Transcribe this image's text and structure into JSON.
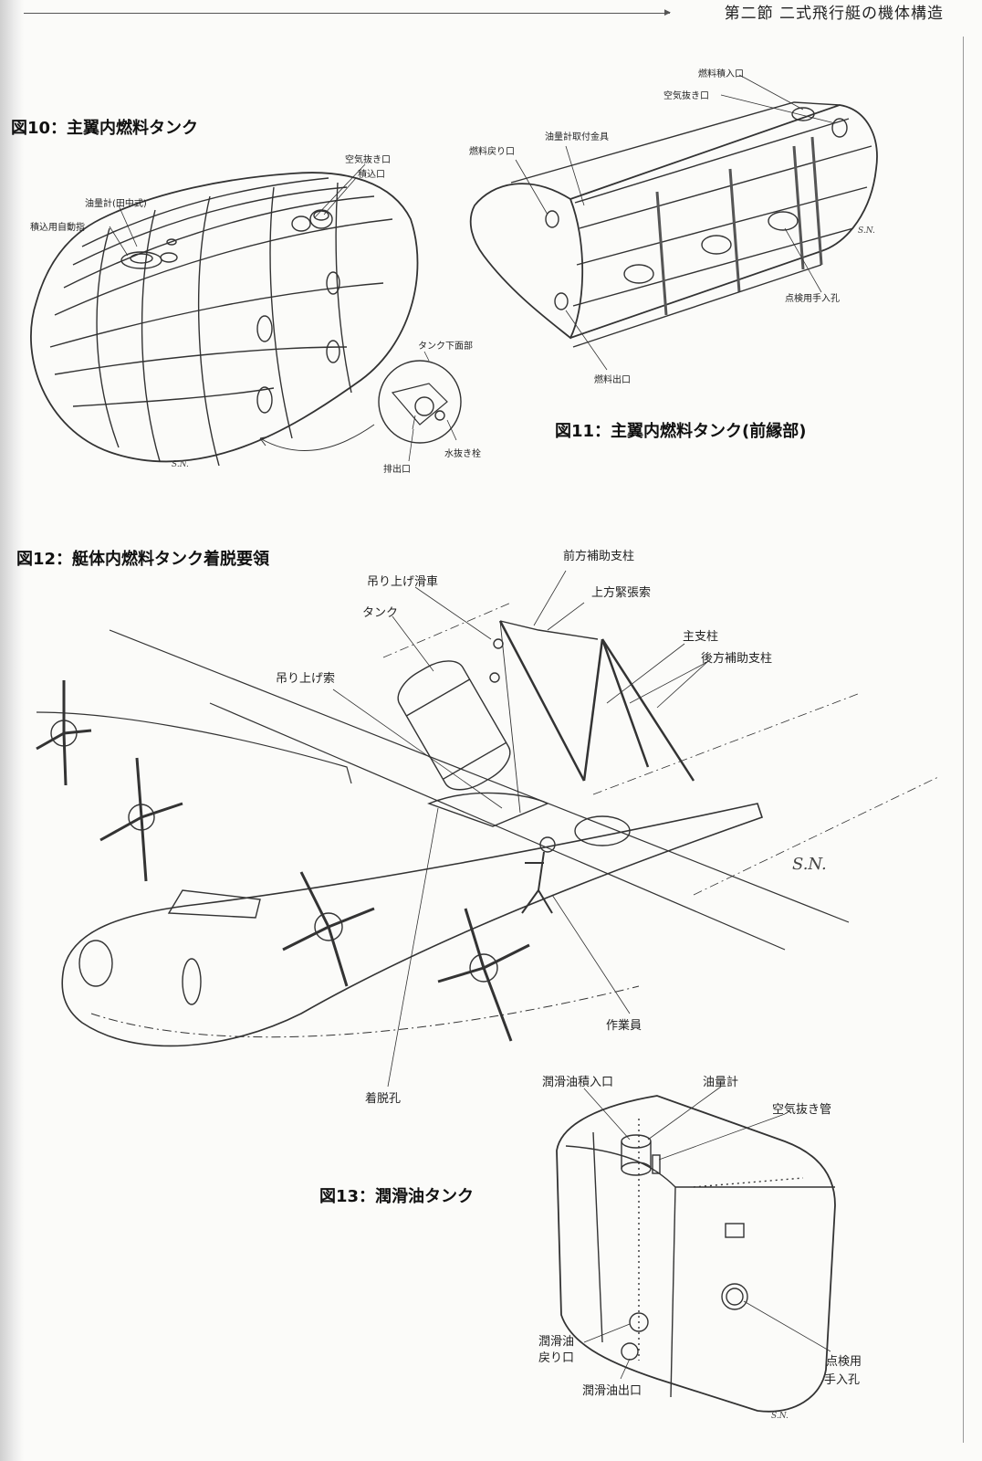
{
  "header": {
    "section_title": "第二節 二式飛行艇の機体構造"
  },
  "fig10": {
    "title": "図10：主翼内燃料タンク",
    "labels": {
      "air_vent": "空気抜き口",
      "filler": "積込口",
      "gauge": "油量計(田中式)",
      "auto_indicator": "積込用自動指",
      "tank_bottom": "タンク下面部",
      "drain_plug": "水抜き栓",
      "outlet": "排出口"
    },
    "signature": "S.N."
  },
  "fig11": {
    "title": "図11：主翼内燃料タンク(前縁部)",
    "labels": {
      "fuel_filler": "燃料積入口",
      "air_vent": "空気抜き口",
      "gauge_bracket": "油量計取付金具",
      "fuel_return": "燃料戻り口",
      "inspection_hole": "点検用手入孔",
      "fuel_outlet": "燃料出口"
    },
    "signature": "S.N."
  },
  "fig12": {
    "title": "図12：艇体内燃料タンク着脱要領",
    "labels": {
      "front_aux_strut": "前方補助支柱",
      "hoist_pulley": "吊り上げ滑車",
      "upper_tension_cable": "上方緊張索",
      "tank": "タンク",
      "main_strut": "主支柱",
      "hoist_rope": "吊り上げ索",
      "rear_aux_strut": "後方補助支柱",
      "worker": "作業員",
      "access_hole": "着脱孔"
    },
    "signature": "S.N."
  },
  "fig13": {
    "title": "図13：潤滑油タンク",
    "labels": {
      "oil_filler": "潤滑油積入口",
      "oil_gauge": "油量計",
      "air_vent_pipe": "空気抜き管",
      "oil_return_1": "潤滑油",
      "oil_return_2": "戻り口",
      "inspection_1": "点検用",
      "inspection_2": "手入孔",
      "oil_outlet": "潤滑油出口"
    },
    "signature": "S.N."
  }
}
